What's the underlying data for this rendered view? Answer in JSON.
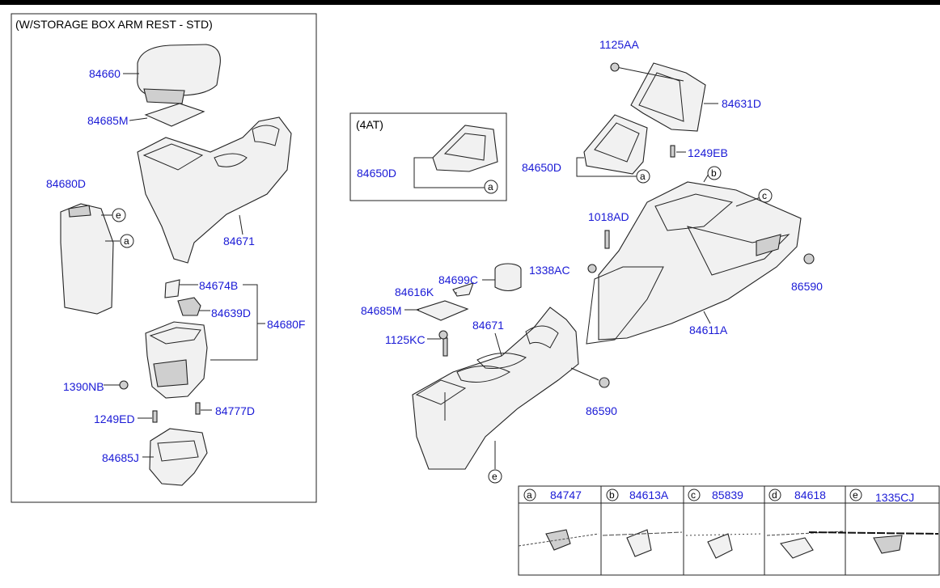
{
  "inset": {
    "title": "(W/STORAGE BOX ARM REST - STD)"
  },
  "at_box": {
    "title": "(4AT)",
    "part": "84650D",
    "ref": "a"
  },
  "parts": {
    "p84660": "84660",
    "p84685M_left": "84685M",
    "p84680D": "84680D",
    "p84671_left": "84671",
    "p84674B": "84674B",
    "p84639D": "84639D",
    "p84680F": "84680F",
    "p1390NB": "1390NB",
    "p1249ED": "1249ED",
    "p84777D": "84777D",
    "p84685J": "84685J",
    "p1125AA": "1125AA",
    "p84631D": "84631D",
    "p1249EB": "1249EB",
    "p84650D_right": "84650D",
    "p1018AD": "1018AD",
    "p1338AC": "1338AC",
    "p86590_top": "86590",
    "p84611A": "84611A",
    "p84699C": "84699C",
    "p84616K": "84616K",
    "p84685M_right": "84685M",
    "p1125KC": "1125KC",
    "p84671_right": "84671",
    "p86590_bottom": "86590"
  },
  "refs": {
    "a": "a",
    "b": "b",
    "c": "c",
    "e": "e"
  },
  "legend": [
    {
      "letter": "a",
      "part": "84747"
    },
    {
      "letter": "b",
      "part": "84613A"
    },
    {
      "letter": "c",
      "part": "85839"
    },
    {
      "letter": "d",
      "part": "84618"
    },
    {
      "letter": "e",
      "part": "1335CJ"
    }
  ]
}
